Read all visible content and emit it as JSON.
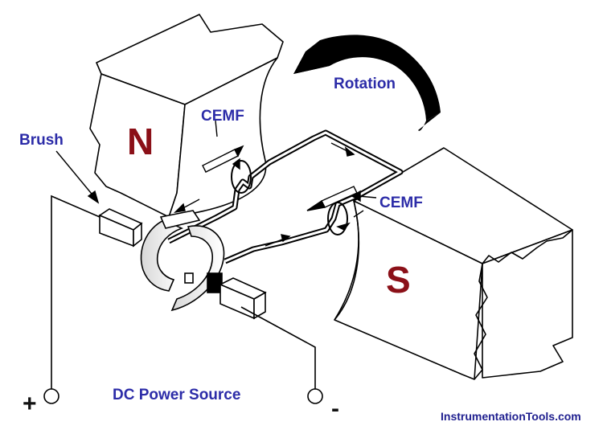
{
  "labels": {
    "north_pole": "N",
    "south_pole": "S",
    "rotation": "Rotation",
    "cemf_top": "CEMF",
    "cemf_right": "CEMF",
    "brush": "Brush",
    "power_source": "DC Power Source",
    "positive_terminal": "+",
    "negative_terminal": "-",
    "watermark": "InstrumentationTools.com"
  },
  "colors": {
    "label_blue": "#2c2ca8",
    "pole_red": "#8b1018",
    "line_black": "#000000",
    "background": "#ffffff"
  }
}
